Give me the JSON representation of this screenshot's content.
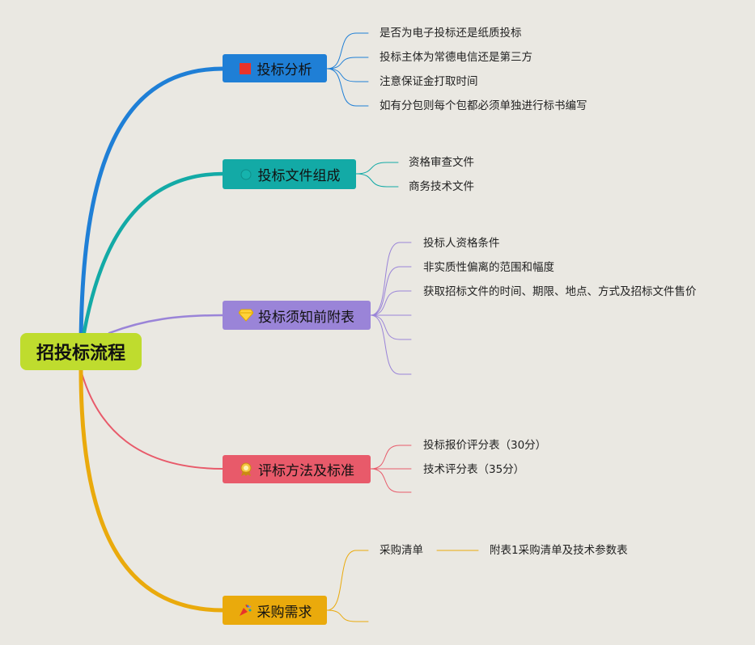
{
  "root": {
    "label": "招投标流程",
    "color": "#bfdc2e"
  },
  "branches": [
    {
      "label": "投标分析",
      "icon": "red-flag-icon",
      "color": "#1f7fd6",
      "children": [
        "是否为电子投标还是纸质投标",
        "投标主体为常德电信还是第三方",
        "注意保证金打取时间",
        "如有分包则每个包都必须单独进行标书编写"
      ]
    },
    {
      "label": "投标文件组成",
      "icon": "teal-dot-icon",
      "color": "#13aaa6",
      "children": [
        "资格审查文件",
        "商务技术文件"
      ]
    },
    {
      "label": "投标须知前附表",
      "icon": "diamond-icon",
      "color": "#9a84d8",
      "children": [
        "投标人资格条件",
        "非实质性偏离的范围和幅度",
        "获取招标文件的时间、期限、地点、方式及招标文件售价",
        "",
        "",
        ""
      ]
    },
    {
      "label": "评标方法及标准",
      "icon": "award-icon",
      "color": "#e85a6a",
      "children": [
        "投标报价评分表（30分）",
        "技术评分表（35分）",
        ""
      ]
    },
    {
      "label": "采购需求",
      "icon": "party-popper-icon",
      "color": "#eaaa0c",
      "children": [
        "采购清单",
        ""
      ],
      "sub": {
        "parent": "采购清单",
        "label": "附表1采购清单及技术参数表"
      }
    }
  ]
}
